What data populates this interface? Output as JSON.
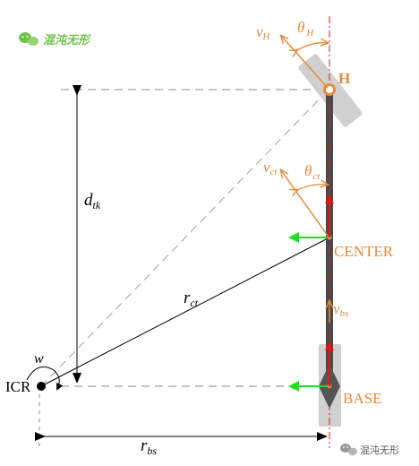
{
  "watermark_top": "混沌无形",
  "watermark_bottom": "混沌无形",
  "labels": {
    "v_H": "v",
    "v_H_sub": "H",
    "theta_H": "θ",
    "theta_H_sub": "H",
    "H": "H",
    "v_ct": "v",
    "v_ct_sub": "ct",
    "theta_ct": "θ",
    "theta_ct_sub": "ct",
    "center": "CENTER",
    "d_tk": "d",
    "d_tk_sub": "tk",
    "r_ct": "r",
    "r_ct_sub": "ct",
    "v_bs": "v",
    "v_bs_sub": "bs",
    "w": "w",
    "icr": "ICR",
    "base": "BASE",
    "r_bs": "r",
    "r_bs_sub": "bs"
  },
  "colors": {
    "orange": "#e58a3c",
    "red": "#ee1111",
    "green": "#22dd22",
    "gray_body": "#4a4a4a",
    "gray_part": "#d0d0d0",
    "dash": "#888888",
    "wechat_green": "#6cc24a"
  }
}
